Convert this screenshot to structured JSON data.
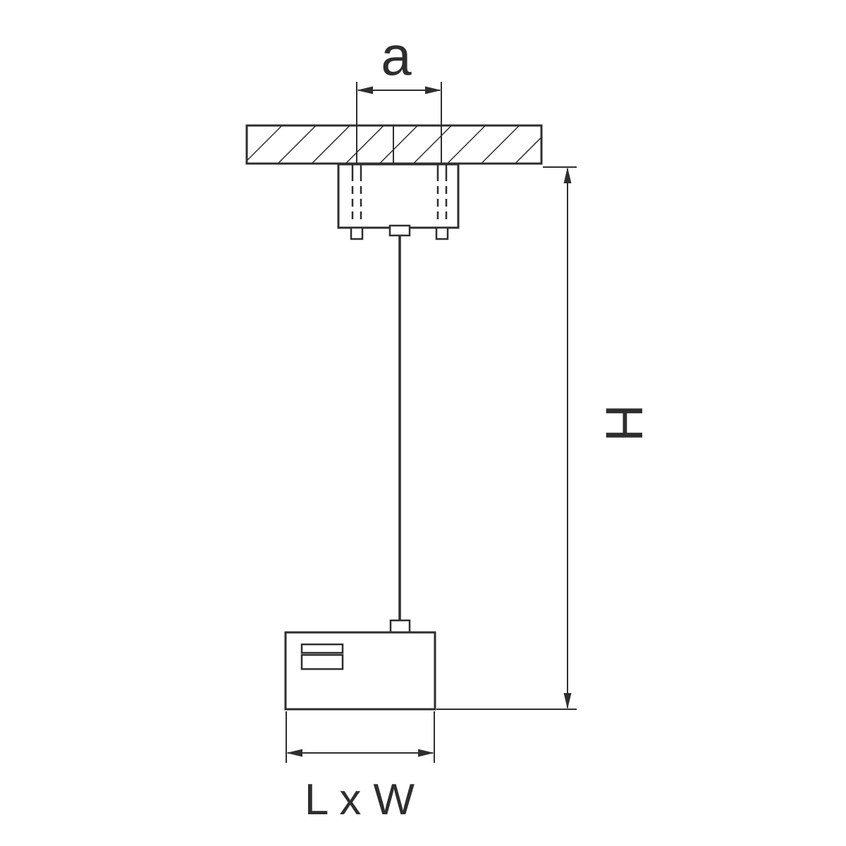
{
  "drawing": {
    "kind": "pendant-luminaire-mounting-dimension-diagram",
    "labels": {
      "canopy_mount_spacing": "a",
      "suspension_height": "H",
      "fixture_footprint": "L x W"
    },
    "colors": {
      "line": "#2e2e2e",
      "background": "#ffffff"
    }
  }
}
